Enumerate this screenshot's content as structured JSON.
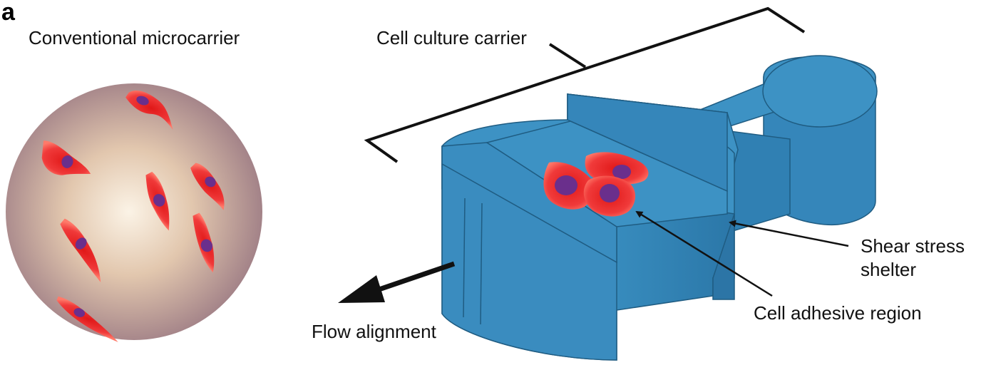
{
  "panel_label": "a",
  "labels": {
    "conventional_microcarrier": "Conventional microcarrier",
    "cell_culture_carrier": "Cell culture carrier",
    "shear_stress_line1": "Shear stress",
    "shear_stress_line2": "shelter",
    "cell_adhesive_region": "Cell adhesive region",
    "flow_alignment": "Flow alignment"
  },
  "colors": {
    "carrier_blue": "#3a8dc0",
    "carrier_top": "#3d92c4",
    "carrier_edge": "#1f5c82",
    "cell_red": "#ee2a2a",
    "nucleus_purple": "#6a2f8c",
    "sphere_center": "#f7ead8",
    "sphere_edge": "#9f7e86"
  }
}
